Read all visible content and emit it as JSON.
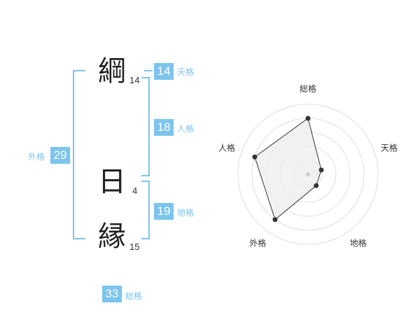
{
  "colors": {
    "accent": "#7cc4ee",
    "text": "#222222",
    "radar_fill": "#eeeeee",
    "radar_line": "#333333"
  },
  "name_chars": [
    {
      "char": "綱",
      "strokes": "14"
    },
    {
      "char": "日",
      "strokes": "4"
    },
    {
      "char": "縁",
      "strokes": "15"
    }
  ],
  "fortunes": {
    "tenkaku": {
      "value": "14",
      "label": "天格"
    },
    "jinkaku": {
      "value": "18",
      "label": "人格"
    },
    "chikaku": {
      "value": "19",
      "label": "地格"
    },
    "gaikaku": {
      "value": "29",
      "label": "外格"
    },
    "soukaku": {
      "value": "33",
      "label": "総格"
    }
  },
  "chart_data": {
    "type": "radar",
    "axes": [
      "総格",
      "天格",
      "地格",
      "外格",
      "人格"
    ],
    "values": [
      4,
      1,
      1,
      4,
      4
    ],
    "rmax": 5,
    "grid_rings": 5
  }
}
